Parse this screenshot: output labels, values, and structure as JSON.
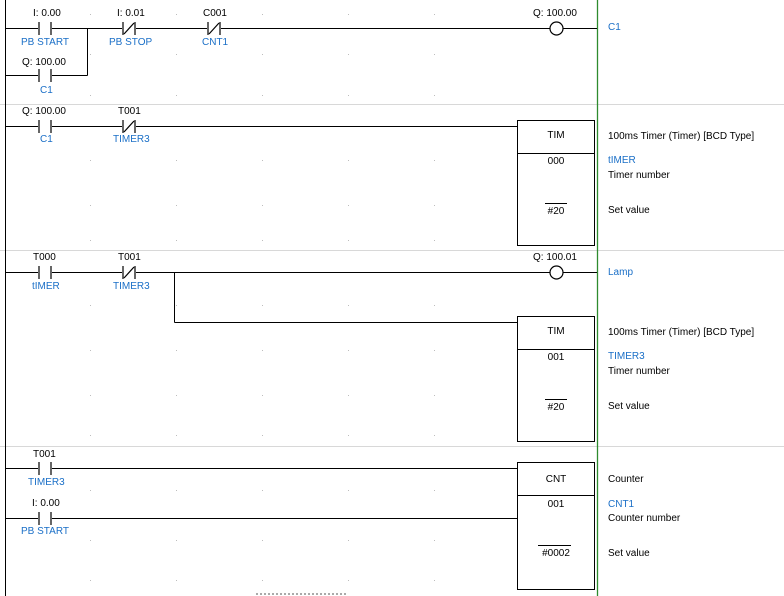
{
  "rungs": [
    {
      "id": 1,
      "contacts": [
        {
          "addr": "I: 0.00",
          "sym": "PB START",
          "type": "NO"
        },
        {
          "addr": "I: 0.01",
          "sym": "PB STOP",
          "type": "NC"
        },
        {
          "addr": "C001",
          "sym": "CNT1",
          "type": "NC"
        },
        {
          "addr": "Q: 100.00",
          "sym": "C1",
          "type": "NO"
        }
      ],
      "coil": {
        "addr": "Q: 100.00",
        "comment": "C1"
      }
    },
    {
      "id": 2,
      "contacts": [
        {
          "addr": "Q: 100.00",
          "sym": "C1",
          "type": "NO"
        },
        {
          "addr": "T001",
          "sym": "TIMER3",
          "type": "NC"
        }
      ],
      "block": {
        "title": "TIM",
        "operand": "000",
        "setvalue": "#20",
        "desc": "100ms Timer (Timer) [BCD Type]",
        "sym": "tIMER",
        "operand_label": "Timer number",
        "set_label": "Set value"
      }
    },
    {
      "id": 3,
      "contacts": [
        {
          "addr": "T000",
          "sym": "tIMER",
          "type": "NO"
        },
        {
          "addr": "T001",
          "sym": "TIMER3",
          "type": "NC"
        }
      ],
      "coil": {
        "addr": "Q: 100.01",
        "comment": "Lamp"
      },
      "block": {
        "title": "TIM",
        "operand": "001",
        "setvalue": "#20",
        "desc": "100ms Timer (Timer) [BCD Type]",
        "sym": "TIMER3",
        "operand_label": "Timer number",
        "set_label": "Set value"
      }
    },
    {
      "id": 4,
      "contacts": [
        {
          "addr": "T001",
          "sym": "TIMER3",
          "type": "NO"
        },
        {
          "addr": "I: 0.00",
          "sym": "PB START",
          "type": "NO"
        }
      ],
      "block": {
        "title": "CNT",
        "operand": "001",
        "setvalue": "#0002",
        "desc": "Counter",
        "sym": "CNT1",
        "operand_label": "Counter number",
        "set_label": "Set value"
      }
    }
  ],
  "colors": {
    "symbol": "#1a6fc7",
    "right_rail": "#2e8b2e",
    "line": "#000000",
    "rung_separator": "#d8d8d8"
  }
}
